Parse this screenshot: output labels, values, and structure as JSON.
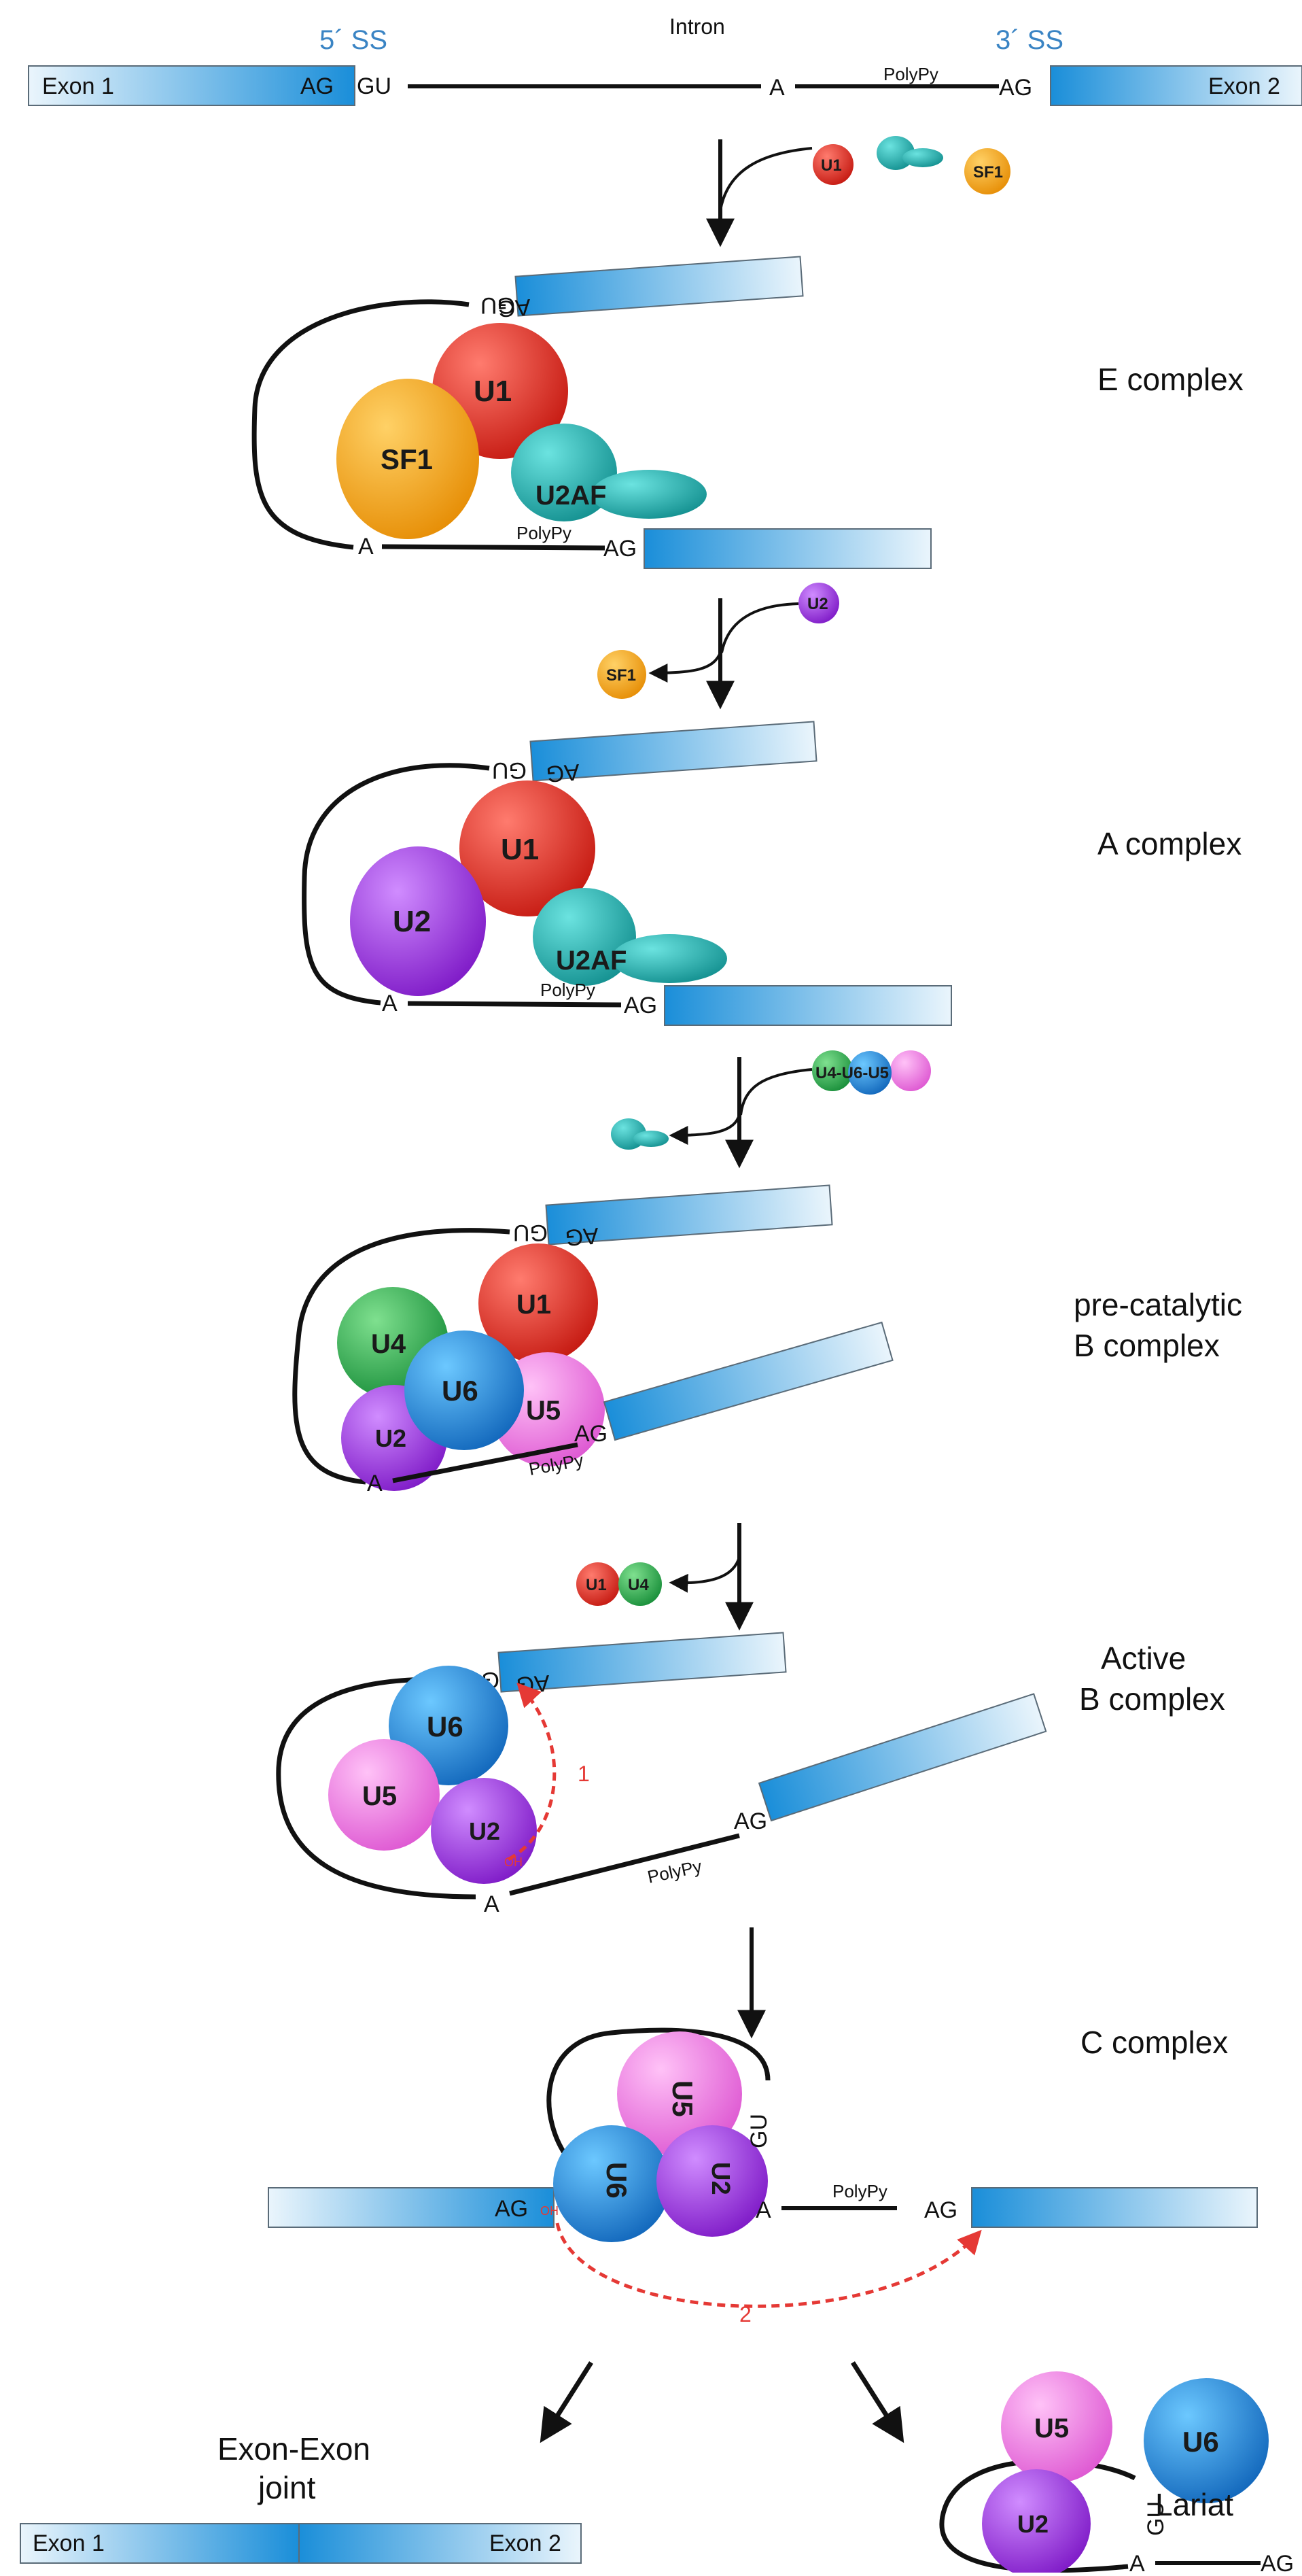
{
  "colors": {
    "exon_dark": "#1a8ed9",
    "exon_light": "#eaf5fc",
    "ss_label": "#3a84c4",
    "U1": "#e8291e",
    "U2AF": "#1fb7b7",
    "SF1": "#f59e0b",
    "U2": "#9b30e0",
    "U4": "#22b14c",
    "U6": "#1e88e5",
    "U5": "#f07ce6",
    "arrow_red": "#e53935"
  },
  "pre_mrna": {
    "exon1": "Exon 1",
    "exon2": "Exon 2",
    "ss5": "5´ SS",
    "ss3": "3´ SS",
    "intron": "Intron",
    "ag": "AG",
    "gu": "GU",
    "a": "A",
    "polypy": "PolyPy"
  },
  "proteins": {
    "U1": "U1",
    "U2AF": "U2AF",
    "SF1": "SF1",
    "U2": "U2",
    "U4": "U4",
    "U5": "U5",
    "U6": "U6",
    "U4U6U5": "U4-U6-U5"
  },
  "stages": {
    "e": "E complex",
    "a": "A complex",
    "b1_line1": "pre-catalytic",
    "b1_line2": "B complex",
    "b2_line1": "Active",
    "b2_line2": "B complex",
    "c": "C complex"
  },
  "reactions": {
    "step1": "1",
    "step2": "2",
    "oh": "OH"
  },
  "products": {
    "joint_line1": "Exon-Exon",
    "joint_line2": "joint",
    "exon1": "Exon 1",
    "exon2": "Exon 2",
    "lariat": "Lariat"
  }
}
